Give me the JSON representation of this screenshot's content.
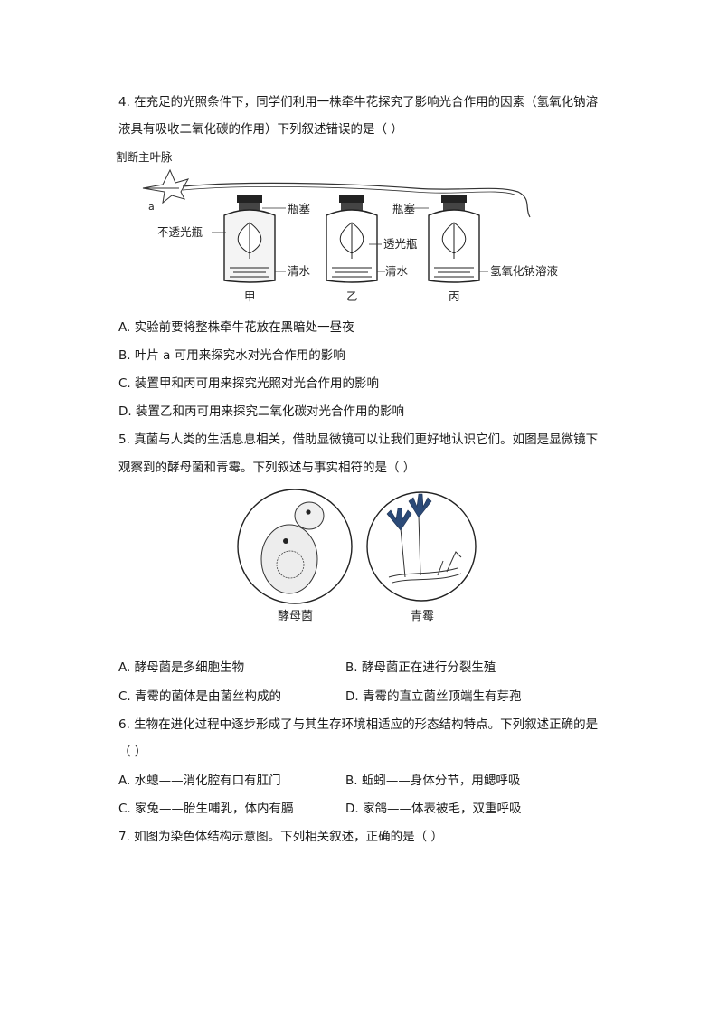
{
  "q4": {
    "stem_line1": "4.   在充足的光照条件下，同学们利用一株牵牛花探究了影响光合作用的因素（氢氧化钠溶",
    "stem_line2": "液具有吸收二氧化碳的作用）下列叙述错误的是（        ）",
    "figure": {
      "label_cut_vein": "割断主叶脉",
      "label_a": "a",
      "label_opaque_bottle": "不透光瓶",
      "label_stopper_1": "瓶塞",
      "label_stopper_2": "瓶塞",
      "label_clear_bottle": "透光瓶",
      "label_water_1": "清水",
      "label_water_2": "清水",
      "label_naoh": "氢氧化钠溶液",
      "label_jia": "甲",
      "label_yi": "乙",
      "label_bing": "丙"
    },
    "options": {
      "A": "A.  实验前要将整株牵牛花放在黑暗处一昼夜",
      "B": "B.  叶片 a 可用来探究水对光合作用的影响",
      "C": "C.  装置甲和丙可用来探究光照对光合作用的影响",
      "D": "D.  装置乙和丙可用来探究二氧化碳对光合作用的影响"
    }
  },
  "q5": {
    "stem_line1": "5.   真菌与人类的生活息息相关，借助显微镜可以让我们更好地认识它们。如图是显微镜下",
    "stem_line2": "观察到的酵母菌和青霉。下列叙述与事实相符的是（        ）",
    "figure": {
      "label_yeast": "酵母菌",
      "label_penicillium": "青霉"
    },
    "options": {
      "A": "A.  酵母菌是多细胞生物",
      "B": "B.  酵母菌正在进行分裂生殖",
      "C": "C.  青霉的菌体是由菌丝构成的",
      "D": "D.  青霉的直立菌丝顶端生有芽孢"
    }
  },
  "q6": {
    "stem_line1": "6.   生物在进化过程中逐步形成了与其生存环境相适应的形态结构特点。下列叙述正确的是",
    "stem_line2": "（        ）",
    "options": {
      "A": "A.  水螅——消化腔有口有肛门",
      "B": "B.  蚯蚓——身体分节，用鳃呼吸",
      "C": "C.  家兔——胎生哺乳，体内有膈",
      "D": "D.  家鸽——体表被毛，双重呼吸"
    }
  },
  "q7": {
    "stem_line1": "7.   如图为染色体结构示意图。下列相关叙述，正确的是（        ）"
  }
}
